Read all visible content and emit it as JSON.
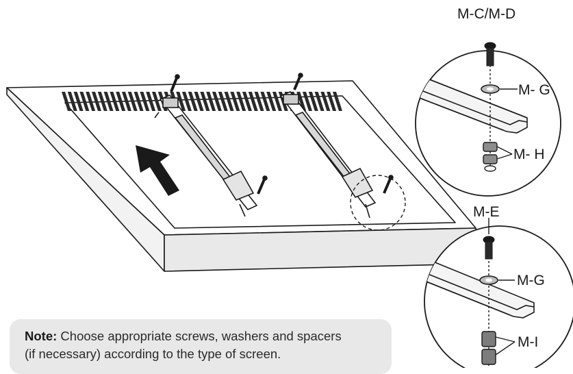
{
  "labels": {
    "top_screw": "M-C/M-D",
    "top_washer": "M- G",
    "top_spacers": "M- H",
    "bottom_screw": "M-E",
    "bottom_washer": "M-G",
    "bottom_spacers": "M-I"
  },
  "note": {
    "heading": "Note:",
    "line1": "Choose appropriate screws, washers and spacers",
    "line2": "(if necessary) according to the type of screen."
  }
}
